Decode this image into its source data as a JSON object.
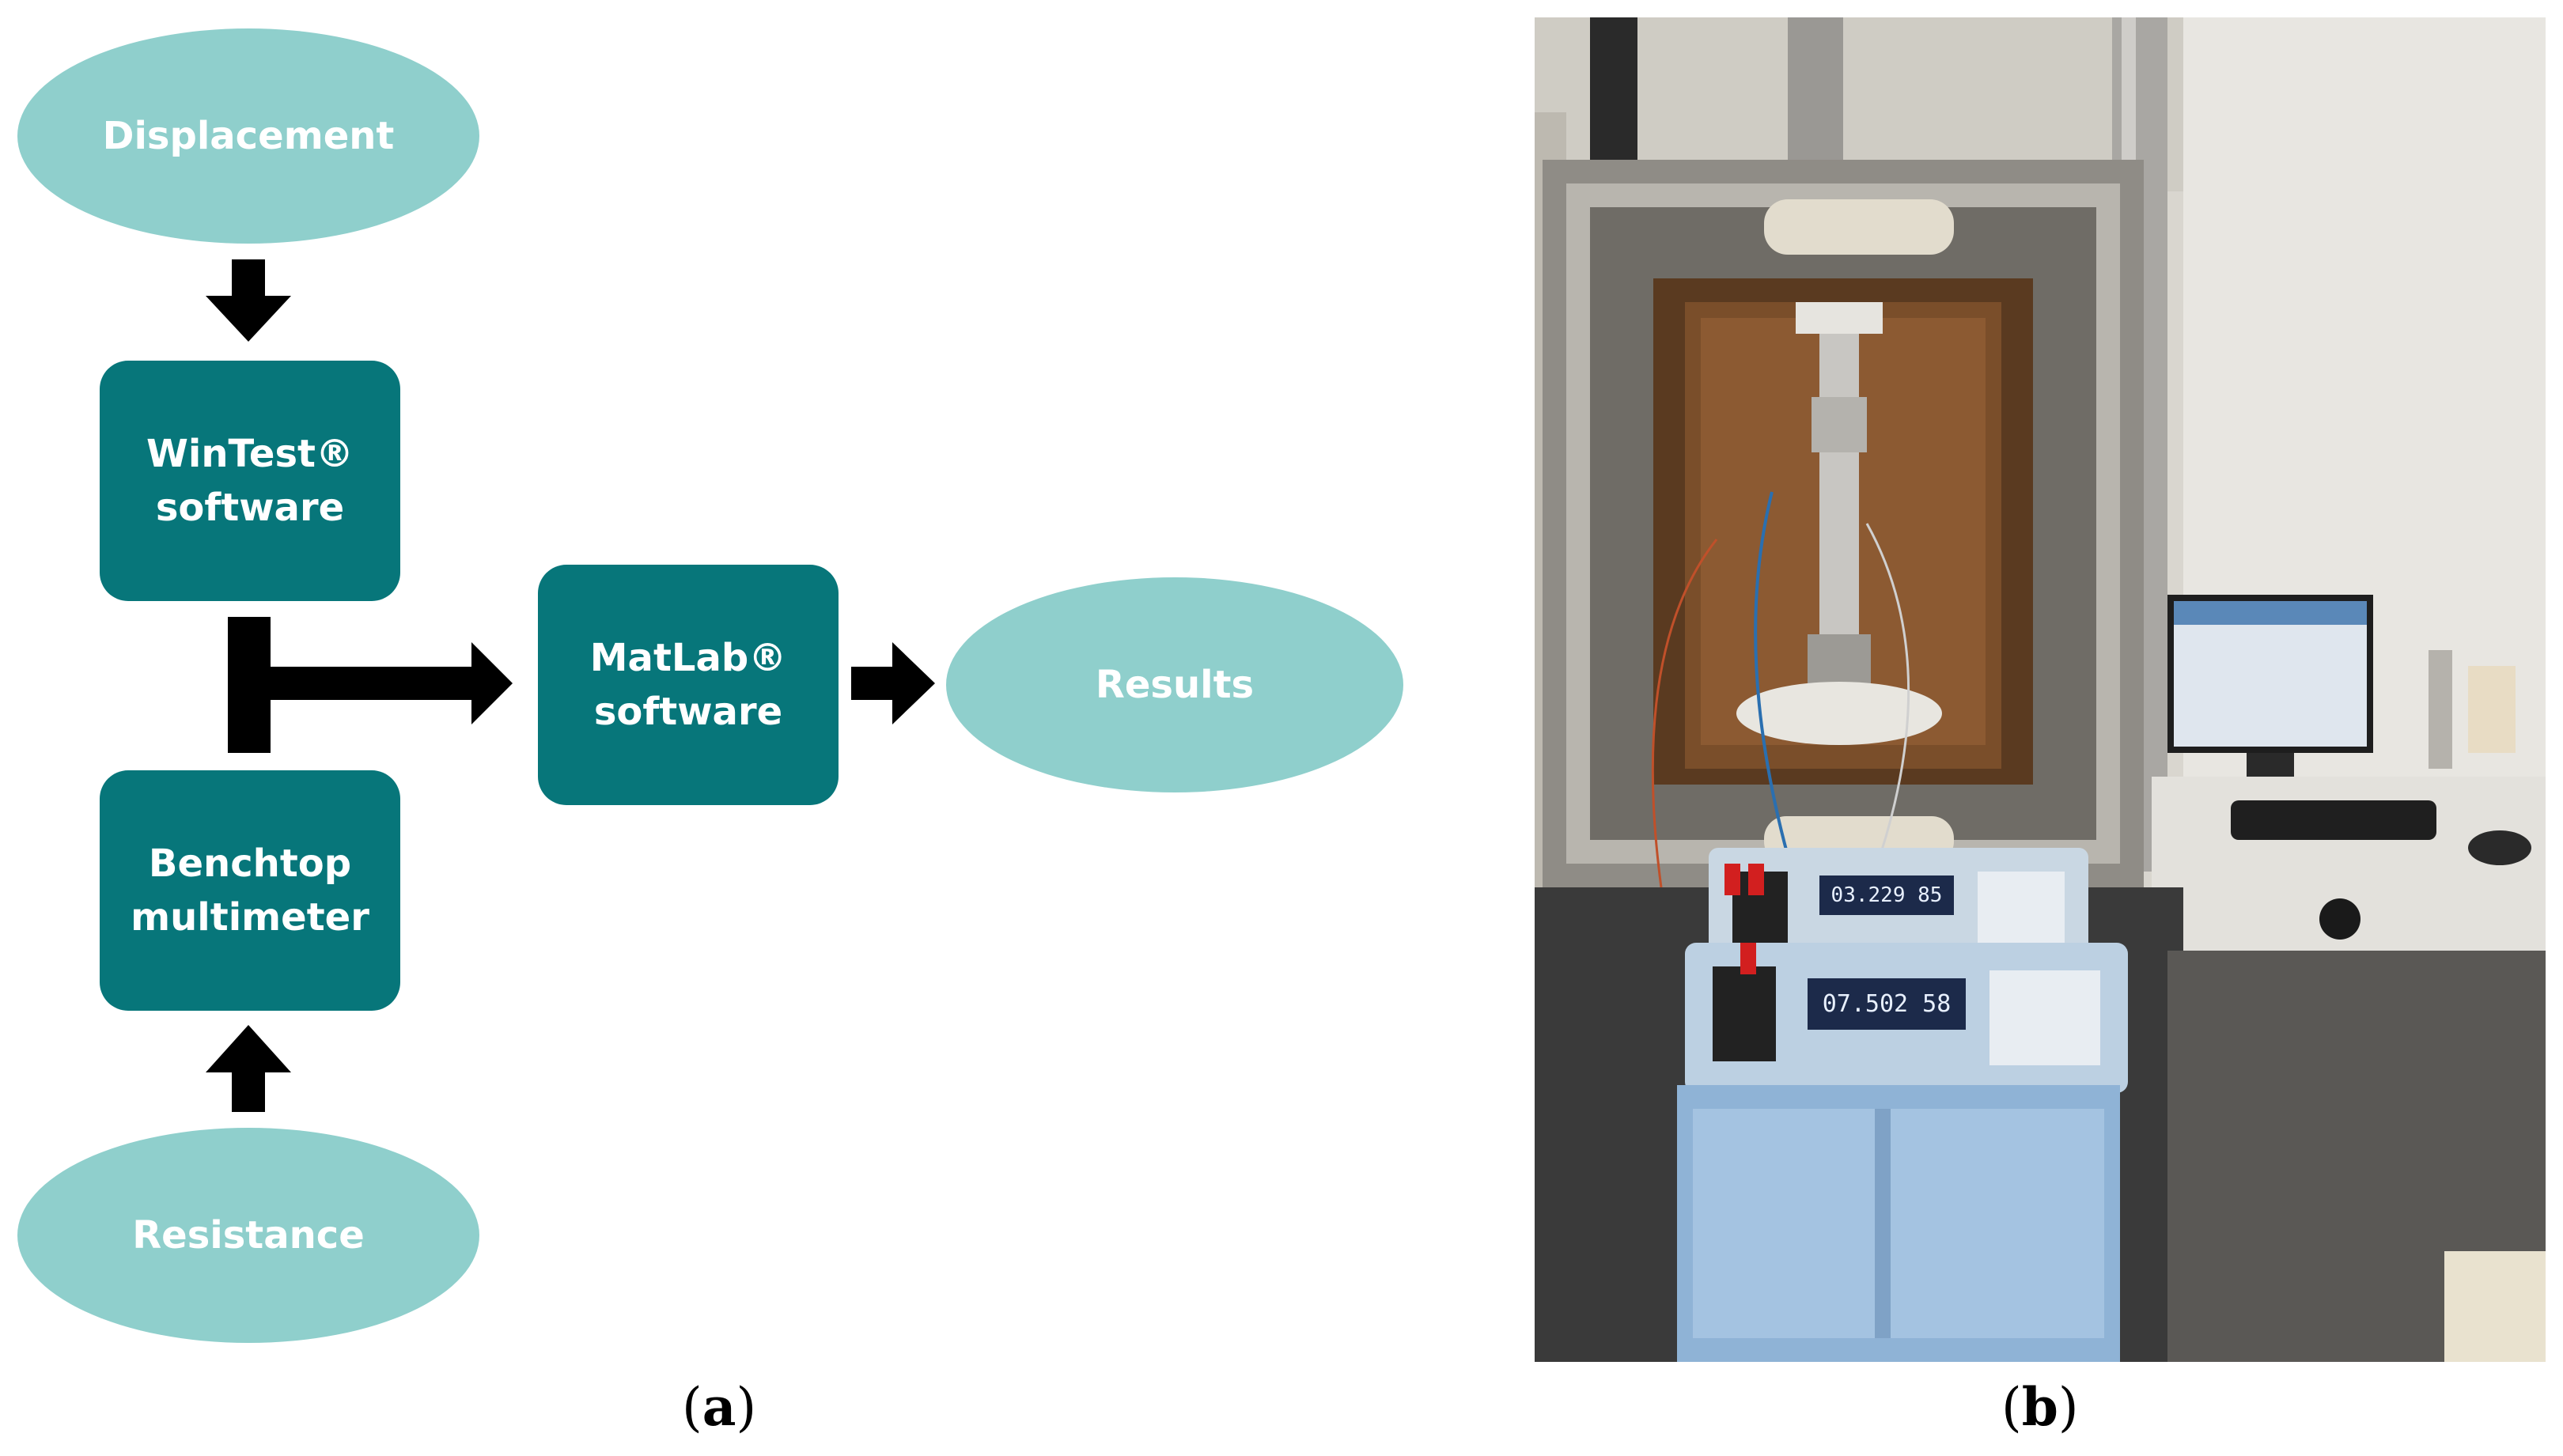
{
  "colors": {
    "oval": "#8fcfcc",
    "box": "#07767a",
    "arrow": "#000000",
    "text": "#ffffff"
  },
  "panel_a": {
    "nodes": {
      "displacement": "Displacement",
      "wintest_line1": "WinTest®",
      "wintest_line2": "software",
      "benchtop_line1": "Benchtop",
      "benchtop_line2": "multimeter",
      "matlab_line1": "MatLab®",
      "matlab_line2": "software",
      "results": "Results",
      "resistance": "Resistance"
    },
    "caption_open": "(",
    "caption_letter": "a",
    "caption_close": ")"
  },
  "panel_b": {
    "photo_description_icon": "photo-test-rig",
    "display_top": "03.229 85",
    "display_bottom": "07.502 58",
    "caption_open": "(",
    "caption_letter": "b",
    "caption_close": ")"
  }
}
